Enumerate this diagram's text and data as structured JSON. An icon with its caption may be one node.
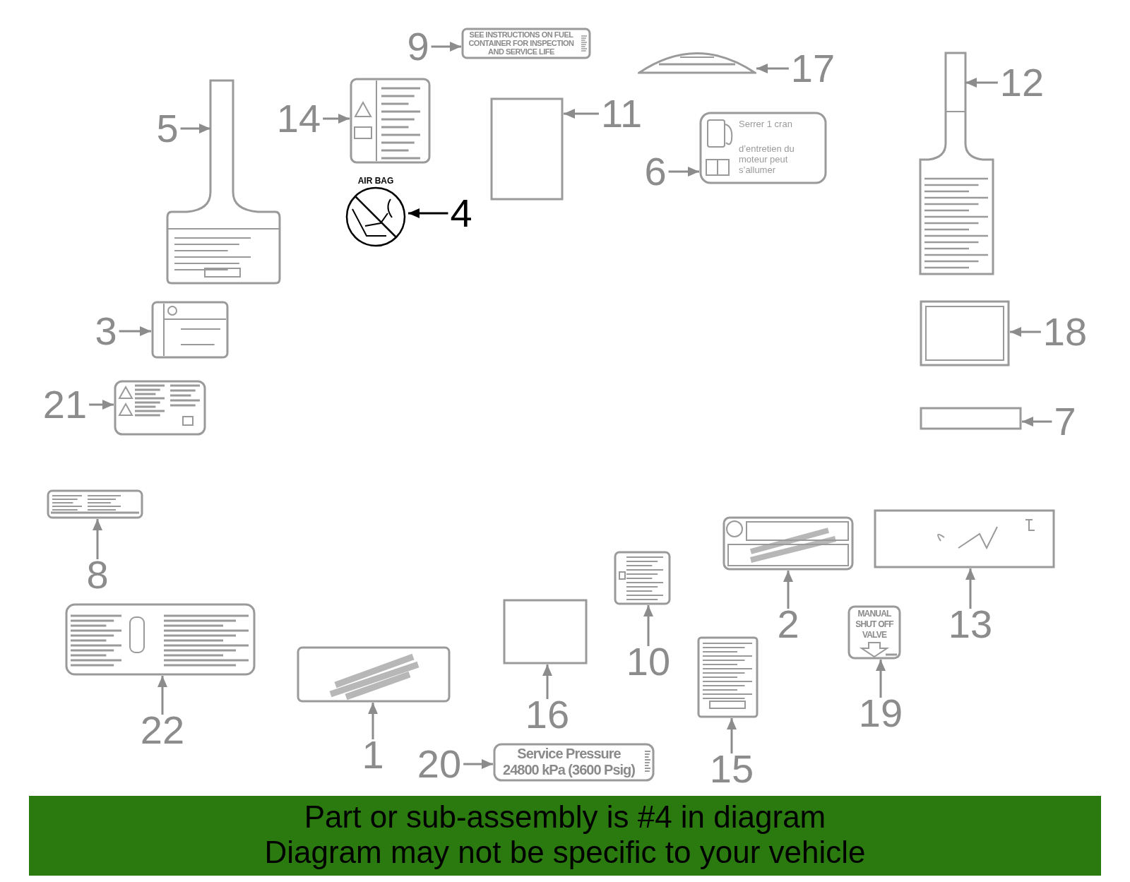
{
  "diagram": {
    "nodes": [
      {
        "text": [
          "9"
        ]
      },
      {
        "text": [
          "SEE INSTRUCTIONS ON FUEL CONTAINER FOR INSPECTION AND SERVICE LIFE"
        ]
      },
      {
        "text": [
          "17"
        ]
      },
      {
        "text": [],
        "shape": "box"
      },
      {
        "text": [
          "12"
        ]
      },
      {
        "text": [],
        "shape": "box"
      },
      {
        "text": [
          "14"
        ]
      },
      {
        "text": [],
        "shape": "box"
      },
      {
        "text": [
          "11"
        ]
      },
      {
        "text": [],
        "shape": "box"
      },
      {
        "text": [
          "5"
        ]
      },
      {
        "text": [],
        "shape": "box"
      },
      {
        "text": [
          "6"
        ]
      },
      {
        "text": [
          "Serrer 1 cran",
          "d’entretien du moteur peut s’allumer"
        ]
      },
      {
        "text": [
          "4"
        ]
      },
      {
        "text": [
          "AIR BAG"
        ]
      },
      {
        "text": [
          "3"
        ]
      },
      {
        "text": [],
        "shape": "box"
      },
      {
        "text": [
          "18"
        ]
      },
      {
        "text": [],
        "shape": "box"
      },
      {
        "text": [
          "21"
        ]
      },
      {
        "text": [],
        "shape": "box"
      },
      {
        "text": [
          "7"
        ]
      },
      {
        "text": [],
        "shape": "box"
      },
      {
        "text": [
          "8"
        ]
      },
      {
        "text": [],
        "shape": "box"
      },
      {
        "text": [
          "2"
        ]
      },
      {
        "text": [],
        "shape": "box"
      },
      {
        "text": [
          "13"
        ]
      },
      {
        "text": [],
        "shape": "box"
      },
      {
        "text": [
          "10"
        ]
      },
      {
        "text": [],
        "shape": "box"
      },
      {
        "text": [
          "22"
        ]
      },
      {
        "text": [],
        "shape": "box"
      },
      {
        "text": [
          "16"
        ]
      },
      {
        "text": [],
        "shape": "box"
      },
      {
        "text": [
          "19"
        ]
      },
      {
        "text": [
          "MANUAL SHUT OFF VALVE"
        ]
      },
      {
        "text": [
          "1"
        ]
      },
      {
        "text": [],
        "shape": "box"
      },
      {
        "text": [
          "15"
        ]
      },
      {
        "text": [],
        "shape": "box"
      },
      {
        "text": [
          "20"
        ]
      },
      {
        "text": [
          "Service Pressure 24800 kPa (3600 Psig)"
        ]
      }
    ],
    "edges": [
      {
        "from": 0,
        "to": 1,
        "arrow": "to"
      },
      {
        "from": 2,
        "to": 3,
        "arrow": "to"
      },
      {
        "from": 4,
        "to": 5,
        "arrow": "to"
      },
      {
        "from": 6,
        "to": 7,
        "arrow": "to"
      },
      {
        "from": 8,
        "to": 9,
        "arrow": "to"
      },
      {
        "from": 10,
        "to": 11,
        "arrow": "to"
      },
      {
        "from": 12,
        "to": 13,
        "arrow": "to"
      },
      {
        "from": 14,
        "to": 15,
        "arrow": "to",
        "color": "#000000"
      },
      {
        "from": 16,
        "to": 17,
        "arrow": "to"
      },
      {
        "from": 18,
        "to": 19,
        "arrow": "to"
      },
      {
        "from": 20,
        "to": 21,
        "arrow": "to"
      },
      {
        "from": 22,
        "to": 23,
        "arrow": "to"
      },
      {
        "from": 24,
        "to": 25,
        "arrow": "to"
      },
      {
        "from": 26,
        "to": 27,
        "arrow": "to"
      },
      {
        "from": 28,
        "to": 29,
        "arrow": "to"
      },
      {
        "from": 30,
        "to": 31,
        "arrow": "to"
      },
      {
        "from": 32,
        "to": 33,
        "arrow": "to"
      },
      {
        "from": 34,
        "to": 35,
        "arrow": "to"
      },
      {
        "from": 36,
        "to": 37,
        "arrow": "to"
      },
      {
        "from": 38,
        "to": 39,
        "arrow": "to"
      },
      {
        "from": 40,
        "to": 41,
        "arrow": "to"
      },
      {
        "from": 42,
        "to": 43,
        "arrow": "to"
      }
    ],
    "labels": [
      "Part or sub-assembly is #4 in diagram",
      "Diagram may not be specific to your vehicle"
    ]
  }
}
